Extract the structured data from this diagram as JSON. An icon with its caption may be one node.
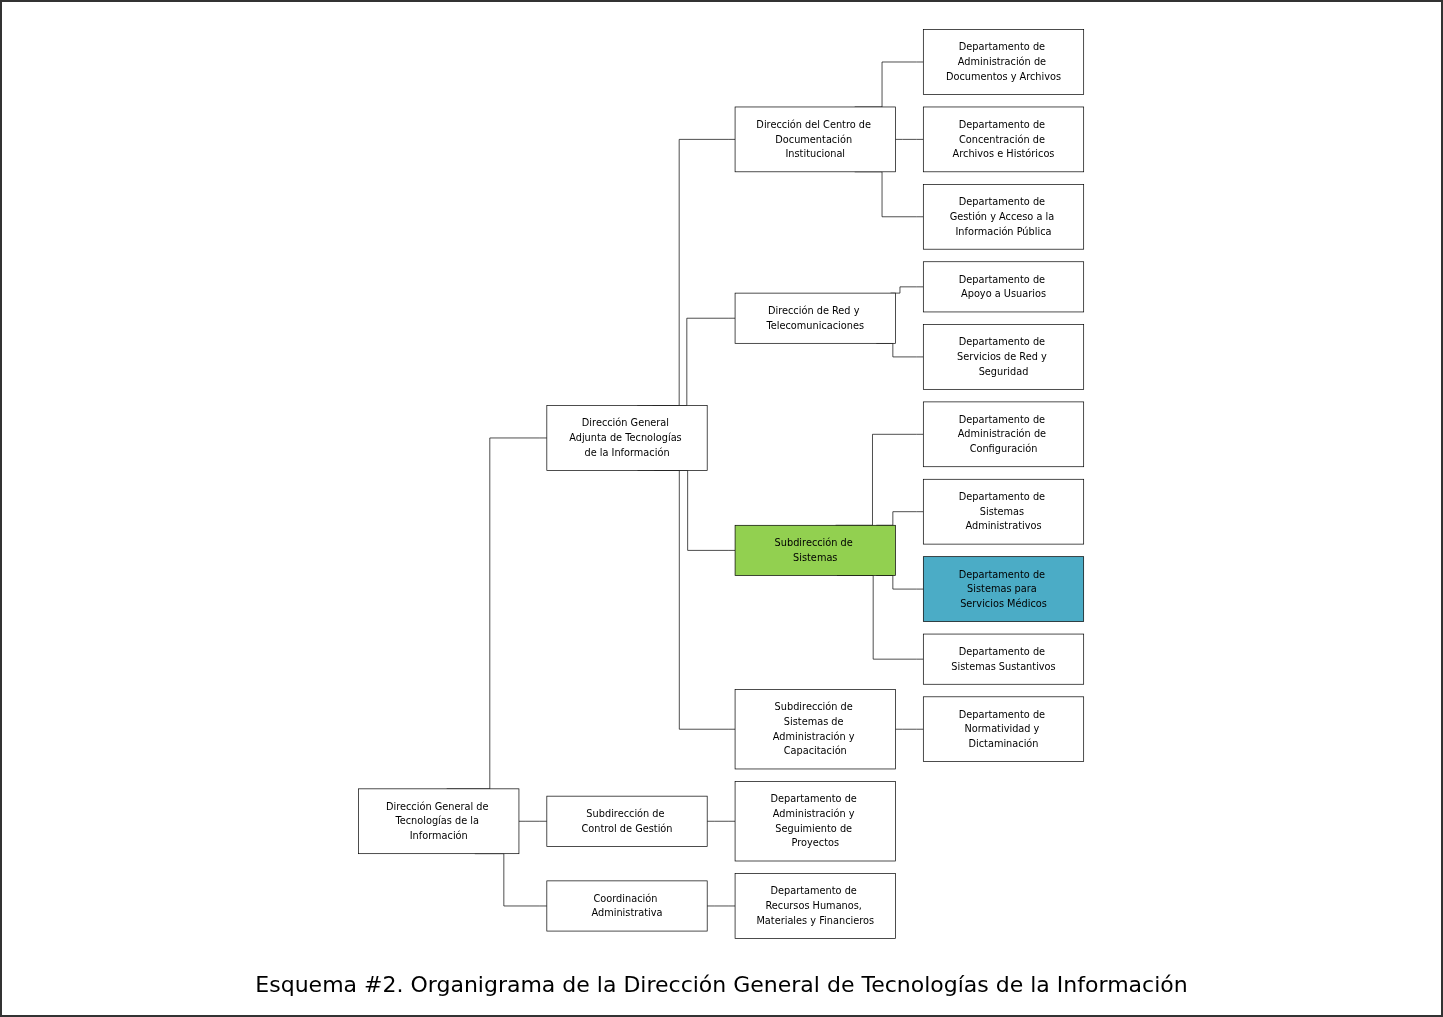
{
  "diagram": {
    "caption": "Esquema #2. Organigrama de la Dirección General de Tecnologías de la Información",
    "nodes": [
      {
        "text": [
          "Dirección General de Tecnologías de la Información"
        ]
      },
      {
        "text": [
          "Dirección General Adjunta de Tecnologías de la Información"
        ]
      },
      {
        "text": [
          "Coordinación Administrativa"
        ]
      },
      {
        "text": [
          "Dirección del Centro de Documentación Institucional"
        ]
      },
      {
        "text": [
          "Dirección de Red y Telecomunicaciones"
        ]
      },
      {
        "text": [
          "Subdirección de Sistemas"
        ]
      },
      {
        "text": [
          "Subdirección de Sistemas de Administración y Capacitación"
        ]
      },
      {
        "text": [
          "Subdirección de Control de Gestión"
        ]
      },
      {
        "text": [
          "Departamento de Administración de Documentos y Archivos"
        ]
      },
      {
        "text": [
          "Departamento de Concentración de Archivos e Históricos"
        ]
      },
      {
        "text": [
          "Departamento de Gestión y Acceso a la Información Pública"
        ]
      },
      {
        "text": [
          "Departamento de Apoyo a Usuarios"
        ]
      },
      {
        "text": [
          "Departamento de Servicios de Red y Seguridad"
        ]
      },
      {
        "text": [
          "Departamento de Administración de Configuración"
        ]
      },
      {
        "text": [
          "Departamento de Sistemas Administrativos"
        ]
      },
      {
        "text": [
          "Departamento de Sistemas para Servicios Médicos"
        ]
      },
      {
        "text": [
          "Departamento de Sistemas Sustantivos"
        ]
      },
      {
        "text": [
          "Departamento de Normatividad y Dictaminación"
        ]
      },
      {
        "text": [
          "Departamento de Administración y Seguimiento de Proyectos"
        ]
      },
      {
        "text": [
          "Departamento de Recursos Humanos, Materiales y Financieros"
        ]
      }
    ],
    "edges": [
      {
        "from": 0,
        "to": 1,
        "arrow": "none"
      },
      {
        "from": 0,
        "to": 7,
        "arrow": "none"
      },
      {
        "from": 0,
        "to": 2,
        "arrow": "none"
      },
      {
        "from": 1,
        "to": 3,
        "arrow": "none"
      },
      {
        "from": 1,
        "to": 4,
        "arrow": "none"
      },
      {
        "from": 1,
        "to": 5,
        "arrow": "none"
      },
      {
        "from": 1,
        "to": 6,
        "arrow": "none"
      },
      {
        "from": 3,
        "to": 8,
        "arrow": "none"
      },
      {
        "from": 3,
        "to": 9,
        "arrow": "none"
      },
      {
        "from": 3,
        "to": 10,
        "arrow": "none"
      },
      {
        "from": 4,
        "to": 11,
        "arrow": "none"
      },
      {
        "from": 4,
        "to": 12,
        "arrow": "none"
      },
      {
        "from": 5,
        "to": 13,
        "arrow": "none"
      },
      {
        "from": 5,
        "to": 14,
        "arrow": "none"
      },
      {
        "from": 5,
        "to": 15,
        "arrow": "none"
      },
      {
        "from": 5,
        "to": 16,
        "arrow": "none"
      },
      {
        "from": 6,
        "to": 17,
        "arrow": "none"
      },
      {
        "from": 7,
        "to": 18,
        "arrow": "none"
      },
      {
        "from": 2,
        "to": 19,
        "arrow": "none"
      }
    ]
  }
}
